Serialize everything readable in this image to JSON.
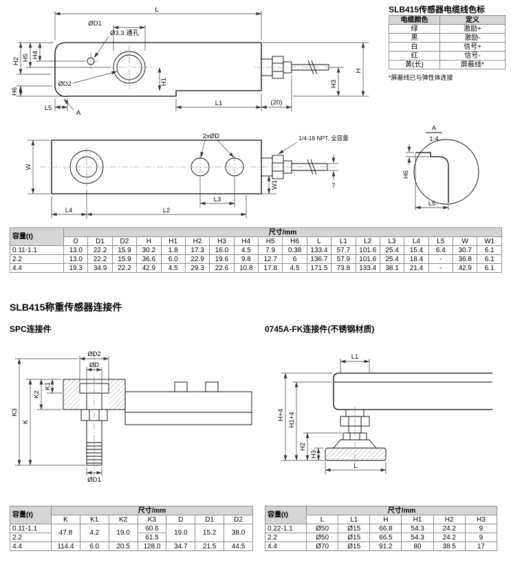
{
  "cable_table": {
    "title": "SLB415传感器电缆线色标",
    "headers": [
      "电缆颜色",
      "定义"
    ],
    "rows": [
      [
        "绿",
        "激励+"
      ],
      [
        "黑",
        "激励-"
      ],
      [
        "白",
        "信号+"
      ],
      [
        "红",
        "信号-"
      ],
      [
        "黄(长)",
        "屏蔽线*"
      ]
    ],
    "footnote": "*屏蔽线已与弹性体连接"
  },
  "dim_table": {
    "capacity_header": "容量(t)",
    "dim_header": "尺寸/mm",
    "columns": [
      "D",
      "D1",
      "D2",
      "H",
      "H1",
      "H2",
      "H3",
      "H4",
      "H5",
      "H6",
      "L",
      "L1",
      "L2",
      "L3",
      "L4",
      "L5",
      "W",
      "W1"
    ],
    "rows": [
      {
        "capacity": "0.11-1.1",
        "values": [
          "13.0",
          "22.2",
          "15.9",
          "30.2",
          "1.8",
          "17.3",
          "16.0",
          "4.5",
          "7.9",
          "0.38",
          "133.4",
          "57.7",
          "101.6",
          "25.4",
          "15.4",
          "6.4",
          "30.7",
          "6.1"
        ]
      },
      {
        "capacity": "2.2",
        "values": [
          "13.0",
          "22.2",
          "15.9",
          "36.6",
          "6.0",
          "22.9",
          "19.6",
          "9.8",
          "12.7",
          "6",
          "136.7",
          "57.9",
          "101.6",
          "25.4",
          "18.4",
          "-",
          "36.8",
          "6.1"
        ]
      },
      {
        "capacity": "4.4",
        "values": [
          "19.3",
          "34.9",
          "22.2",
          "42.9",
          "4.5",
          "29.3",
          "22.6",
          "10.8",
          "17.8",
          "4.5",
          "171.5",
          "73.8",
          "133.4",
          "38.1",
          "21.4",
          "-",
          "42.9",
          "6.1"
        ]
      }
    ]
  },
  "sections": {
    "connector_title": "SLB415称重传感器连接件",
    "spc_title": "SPC连接件",
    "fk_title": "0745A-FK连接件(不锈钢材质)"
  },
  "spc_table": {
    "capacity_header": "容量(t)",
    "dim_header": "尺寸/mm",
    "columns": [
      "K",
      "K1",
      "K2",
      "K3",
      "D",
      "D1",
      "D2"
    ],
    "shared": {
      "K": "47.8",
      "K1": "4.2",
      "K2": "19.0",
      "D": "19.0",
      "D1": "15.2",
      "D2": "38.0"
    },
    "rows": [
      {
        "capacity": "0.11-1.1",
        "K3": "60.6"
      },
      {
        "capacity": "2.2",
        "K3": "61.5"
      },
      {
        "capacity": "4.4",
        "K": "114.4",
        "K1": "6.0",
        "K2": "20.5",
        "K3": "128.0",
        "D": "34.7",
        "D1": "21.5",
        "D2": "44.5"
      }
    ]
  },
  "fk_table": {
    "capacity_header": "容量(t)",
    "dim_header": "尺寸/mm",
    "columns": [
      "L",
      "L1",
      "H",
      "H1",
      "H2",
      "H3"
    ],
    "rows": [
      {
        "capacity": "0.22-1.1",
        "values": [
          "Ø50",
          "Ø15",
          "66.8",
          "54.3",
          "24.2",
          "9"
        ]
      },
      {
        "capacity": "2.2",
        "values": [
          "Ø50",
          "Ø15",
          "66.5",
          "54.3",
          "24.2",
          "9"
        ]
      },
      {
        "capacity": "4.4",
        "values": [
          "Ø70",
          "Ø15",
          "91.2",
          "80",
          "38.5",
          "17"
        ]
      }
    ]
  },
  "drawing": {
    "side": {
      "L": "L",
      "D1": "ØD1",
      "hole": "Ø3.3 通孔",
      "H4": "H4",
      "H5": "H5",
      "H2": "H2",
      "D2": "ØD2",
      "H1": "H1",
      "H6": "H6",
      "L5": "L5",
      "A": "A",
      "L1": "L1",
      "gland_len": "(20)",
      "H3": "H3",
      "H": "H"
    },
    "top": {
      "W": "W",
      "two_holes": "2xØD",
      "npt": "1/4-18 NPT, 全容量",
      "L3": "L3",
      "L4": "L4",
      "L2": "L2",
      "W1": "W1",
      "cable_dia": "7"
    },
    "detail": {
      "view": "A",
      "scale": "1:4",
      "H6": "H6",
      "L5": "L5"
    },
    "spc": {
      "D2": "ØD2",
      "D": "ØD",
      "K1": "K1",
      "K2": "K2",
      "K": "K",
      "K3": "K3",
      "D1": "ØD1"
    },
    "fk": {
      "L1": "L1",
      "H_plus": "H+4",
      "H1_plus": "H1+4",
      "H2": "H2",
      "H3": "H3",
      "L": "L"
    }
  }
}
